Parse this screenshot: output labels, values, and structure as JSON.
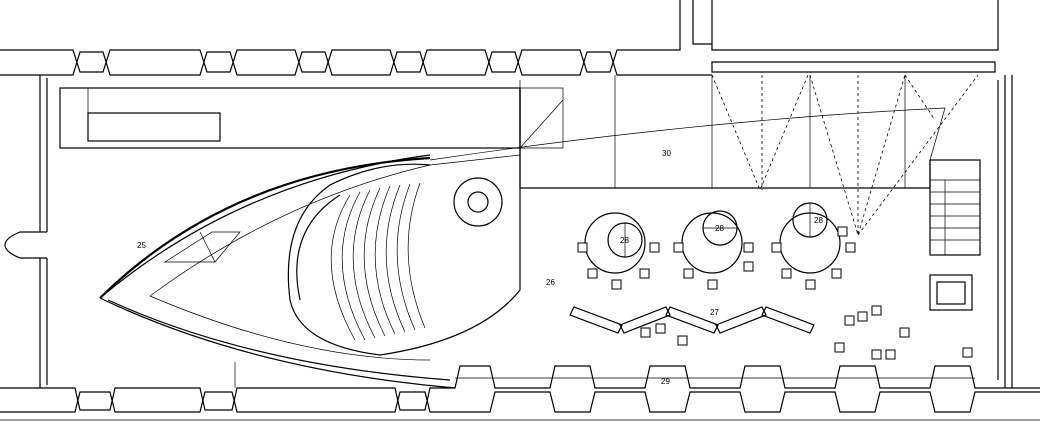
{
  "room_labels": {
    "r25": "25",
    "r26": "26",
    "r27": "27",
    "r29": "29",
    "r30": "30"
  },
  "tables": [
    {
      "label": "28"
    },
    {
      "label": "28"
    },
    {
      "label": "28"
    }
  ],
  "colors": {
    "line": "#000000",
    "background": "#ffffff"
  }
}
